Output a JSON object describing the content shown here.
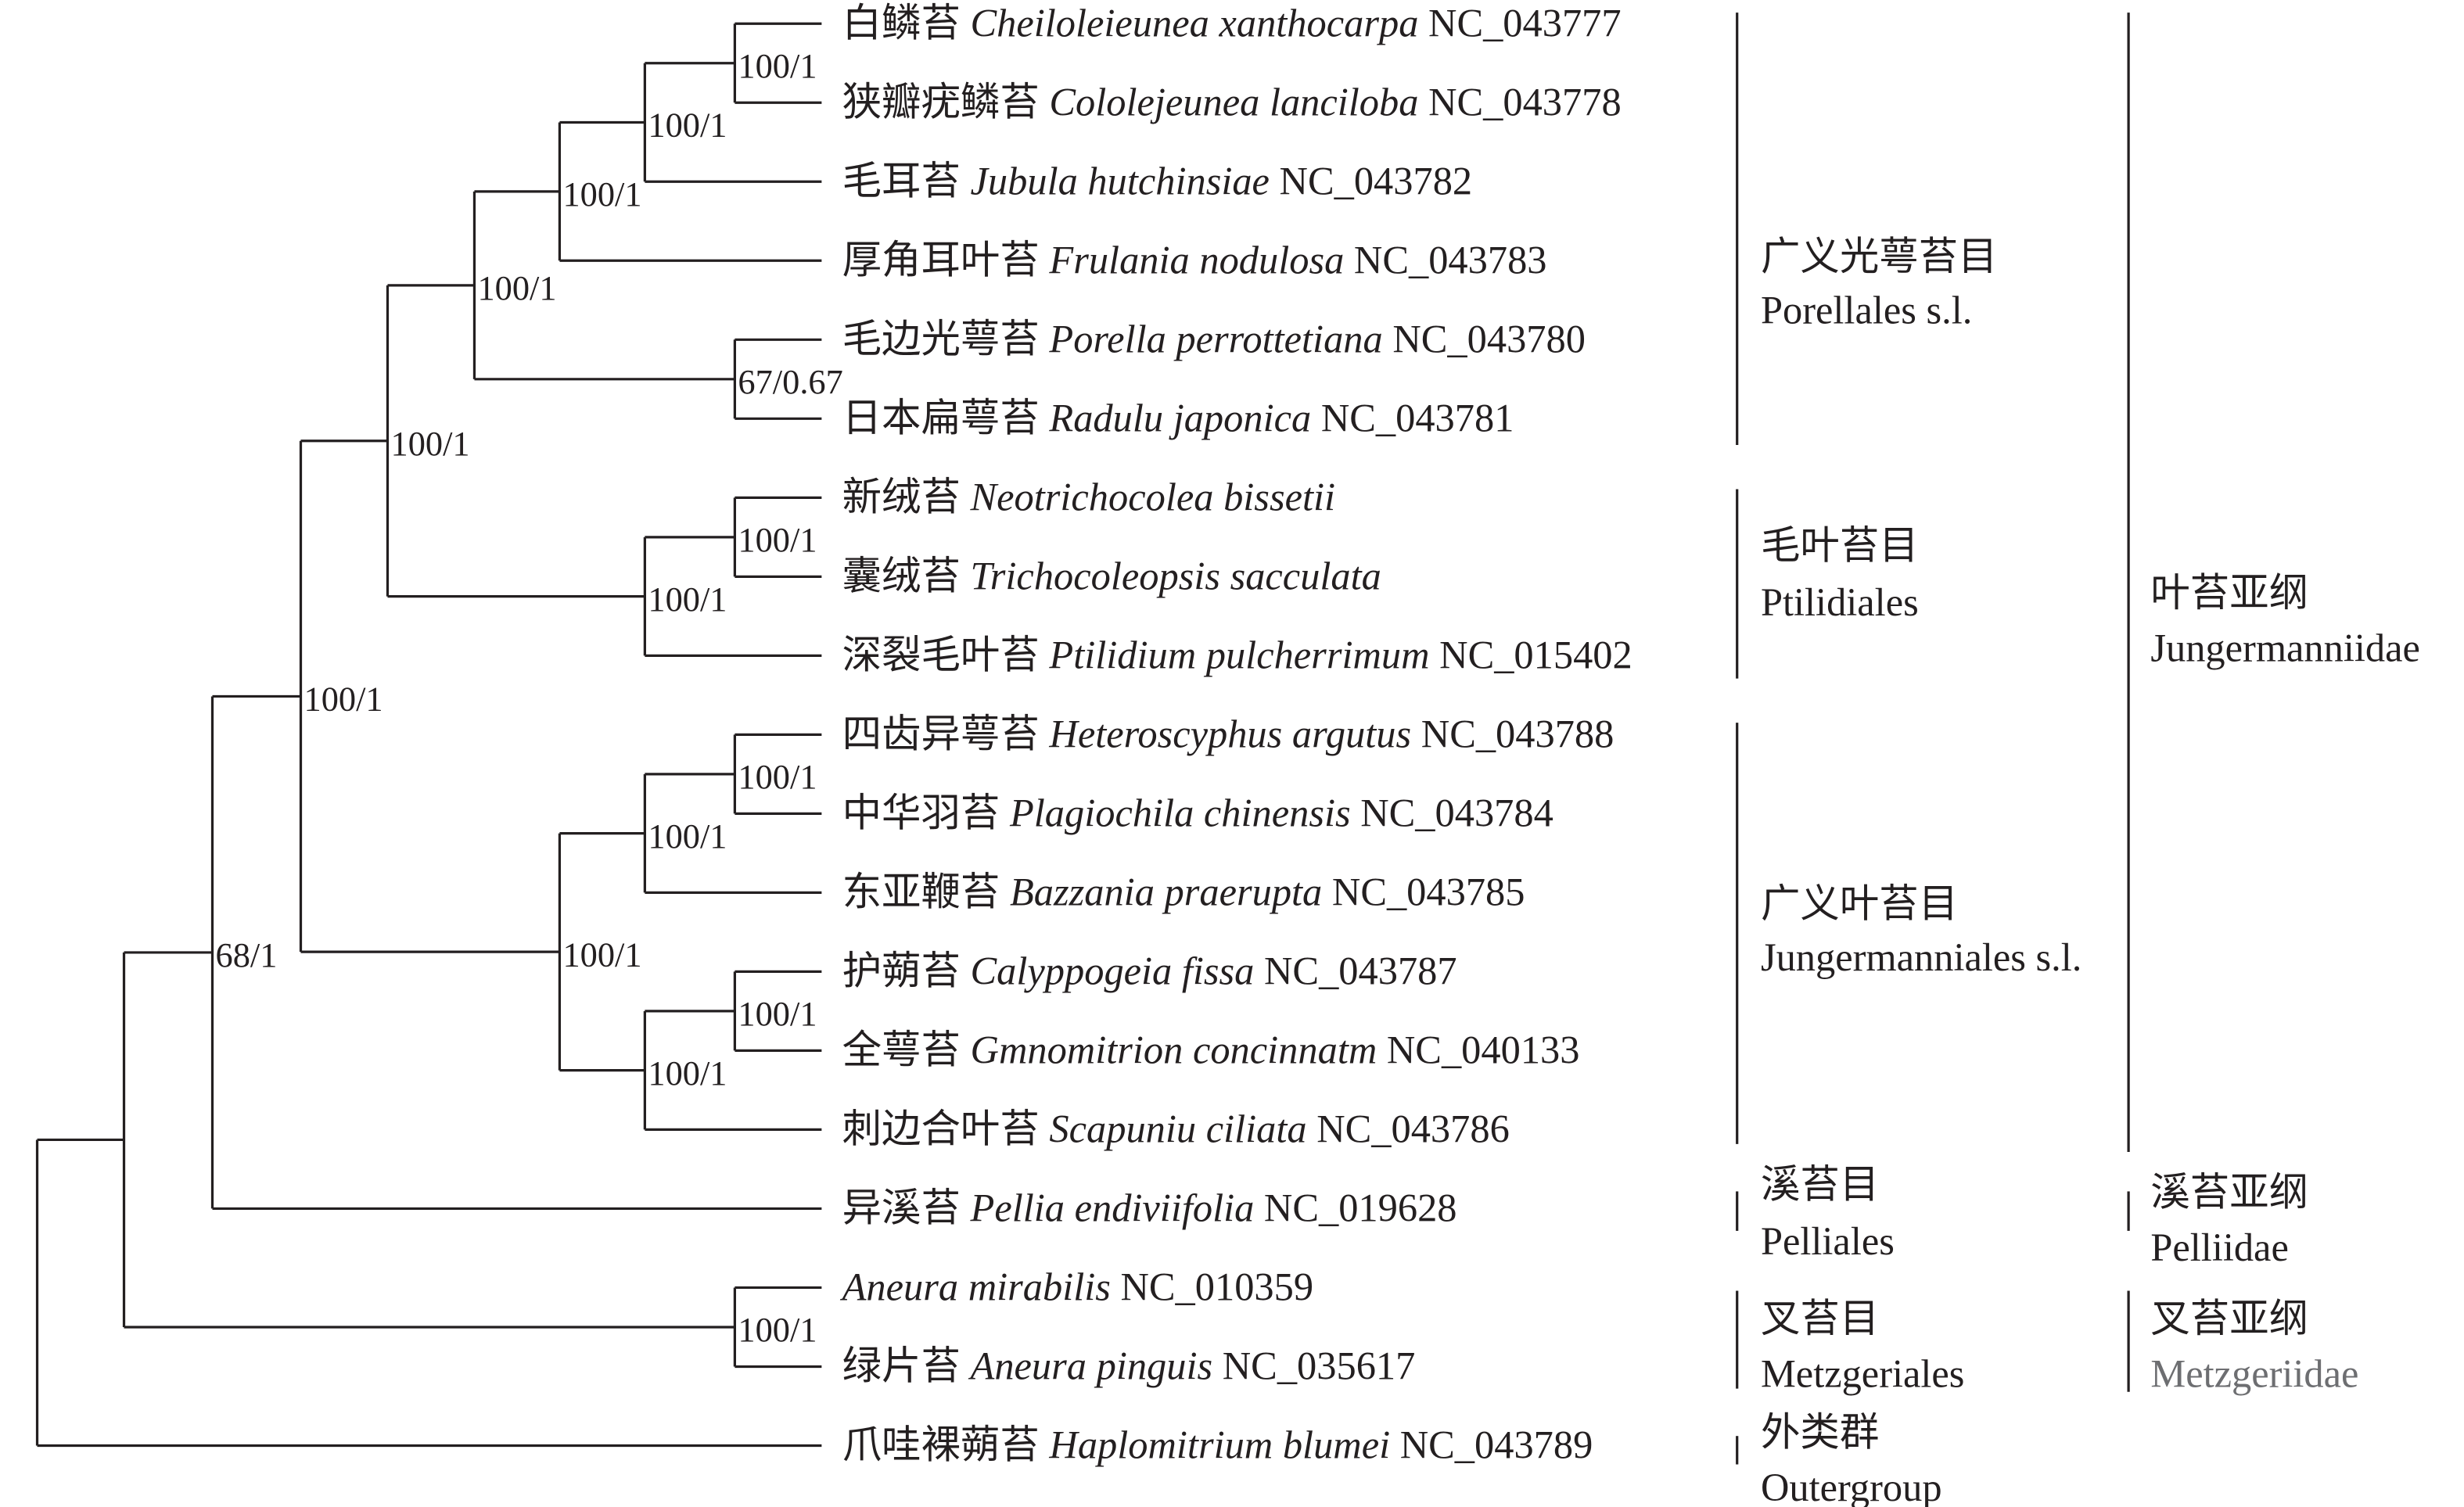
{
  "leaves": [
    {
      "cn": "白鳞苔",
      "latin": "Cheiloleieunea xanthocarpa",
      "acc": "NC_043777"
    },
    {
      "cn": "狭瓣疣鳞苔",
      "latin": "Cololejeunea lanciloba",
      "acc": "NC_043778"
    },
    {
      "cn": "毛耳苔",
      "latin": "Jubula hutchinsiae",
      "acc": "NC_043782"
    },
    {
      "cn": "厚角耳叶苔",
      "latin": "Frulania nodulosa",
      "acc": "NC_043783"
    },
    {
      "cn": "毛边光萼苔",
      "latin": "Porella perrottetiana",
      "acc": "NC_043780"
    },
    {
      "cn": "日本扁萼苔",
      "latin": "Radulu japonica",
      "acc": "NC_043781"
    },
    {
      "cn": "新绒苔",
      "latin": "Neotrichocolea bissetii",
      "acc": ""
    },
    {
      "cn": "囊绒苔",
      "latin": "Trichocoleopsis sacculata",
      "acc": ""
    },
    {
      "cn": "深裂毛叶苔",
      "latin": "Ptilidium pulcherrimum",
      "acc": "NC_015402"
    },
    {
      "cn": "四齿异萼苔",
      "latin": "Heteroscyphus argutus",
      "acc": "NC_043788"
    },
    {
      "cn": "中华羽苔",
      "latin": "Plagiochila chinensis",
      "acc": "NC_043784"
    },
    {
      "cn": "东亚鞭苔",
      "latin": "Bazzania praerupta",
      "acc": "NC_043785"
    },
    {
      "cn": "护蒴苔",
      "latin": "Calyppogeia fissa",
      "acc": "NC_043787"
    },
    {
      "cn": "全萼苔",
      "latin": "Gmnomitrion concinnatm",
      "acc": "NC_040133"
    },
    {
      "cn": "刺边合叶苔",
      "latin": "Scapuniu ciliata",
      "acc": "NC_043786"
    },
    {
      "cn": "异溪苔",
      "latin": "Pellia endiviifolia",
      "acc": "NC_019628"
    },
    {
      "cn": "",
      "latin": "Aneura mirabilis",
      "acc": "NC_010359"
    },
    {
      "cn": "绿片苔",
      "latin": "Aneura pinguis",
      "acc": "NC_035617"
    },
    {
      "cn": "爪哇裸蒴苔",
      "latin": "Haplomitrium blumei",
      "acc": "NC_043789"
    }
  ],
  "nodes": {
    "A": "100/1",
    "B": "100/1",
    "C": "100/1",
    "D": "67/0.67",
    "E": "100/1",
    "F": "100/1",
    "G": "100/1",
    "H": "100/1",
    "I": "100/1",
    "J": "100/1",
    "K": "100/1",
    "L": "100/1",
    "M": "100/1",
    "N": "100/1",
    "O": "68/1",
    "P": "100/1"
  },
  "orders": [
    {
      "cn": "广义光萼苔目",
      "en": "Porellales s.l."
    },
    {
      "cn": "毛叶苔目",
      "en": "Ptilidiales"
    },
    {
      "cn": "广义叶苔目",
      "en": "Jungermanniales s.l."
    },
    {
      "cn": "溪苔目",
      "en": "Pelliales"
    },
    {
      "cn": "叉苔目",
      "en": "Metzgeriales"
    },
    {
      "cn": "外类群",
      "en": "Outergroup"
    }
  ],
  "subclasses": [
    {
      "cn": "叶苔亚纲",
      "en": "Jungermanniidae"
    },
    {
      "cn": "溪苔亚纲",
      "en": "Pelliidae"
    },
    {
      "cn": "叉苔亚纲",
      "en": "Metzgeriidae"
    }
  ]
}
